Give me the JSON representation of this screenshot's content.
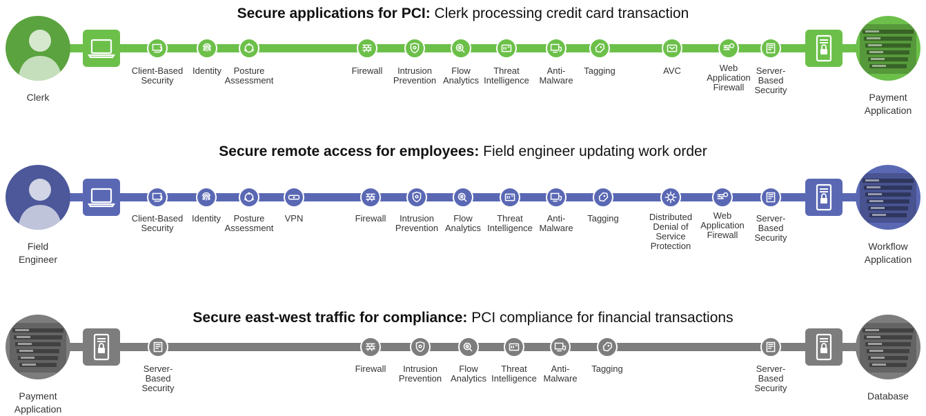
{
  "flows": [
    {
      "title_bold": "Secure applications for PCI:",
      "title_rest": " Clerk processing credit card transaction",
      "color": "#6cc04a",
      "left_endpoint": "Clerk",
      "right_endpoint": "Payment\nApplication",
      "controls": [
        "Client-Based\nSecurity",
        "Identity",
        "Posture\nAssessment",
        "Firewall",
        "Intrusion\nPrevention",
        "Flow\nAnalytics",
        "Threat\nIntelligence",
        "Anti-\nMalware",
        "Tagging",
        "AVC",
        "Web\nApplication\nFirewall",
        "Server-\nBased\nSecurity"
      ]
    },
    {
      "title_bold": "Secure remote access for employees:",
      "title_rest": " Field engineer updating work order",
      "color": "#5a68b4",
      "left_endpoint": "Field\nEngineer",
      "right_endpoint": "Workflow\nApplication",
      "controls": [
        "Client-Based\nSecurity",
        "Identity",
        "Posture\nAssessment",
        "VPN",
        "Firewall",
        "Intrusion\nPrevention",
        "Flow\nAnalytics",
        "Threat\nIntelligence",
        "Anti-\nMalware",
        "Tagging",
        "Distributed\nDenial of\nService\nProtection",
        "Web\nApplication\nFirewall",
        "Server-\nBased\nSecurity"
      ]
    },
    {
      "title_bold": "Secure east-west traffic for compliance:",
      "title_rest": " PCI compliance for financial transactions",
      "color": "#7d7d7d",
      "left_endpoint": "Payment\nApplication",
      "right_endpoint": "Database",
      "controls": [
        "Server-\nBased\nSecurity",
        "Firewall",
        "Intrusion\nPrevention",
        "Flow\nAnalytics",
        "Threat\nIntelligence",
        "Anti-\nMalware",
        "Tagging",
        "Server-\nBased\nSecurity"
      ]
    }
  ]
}
